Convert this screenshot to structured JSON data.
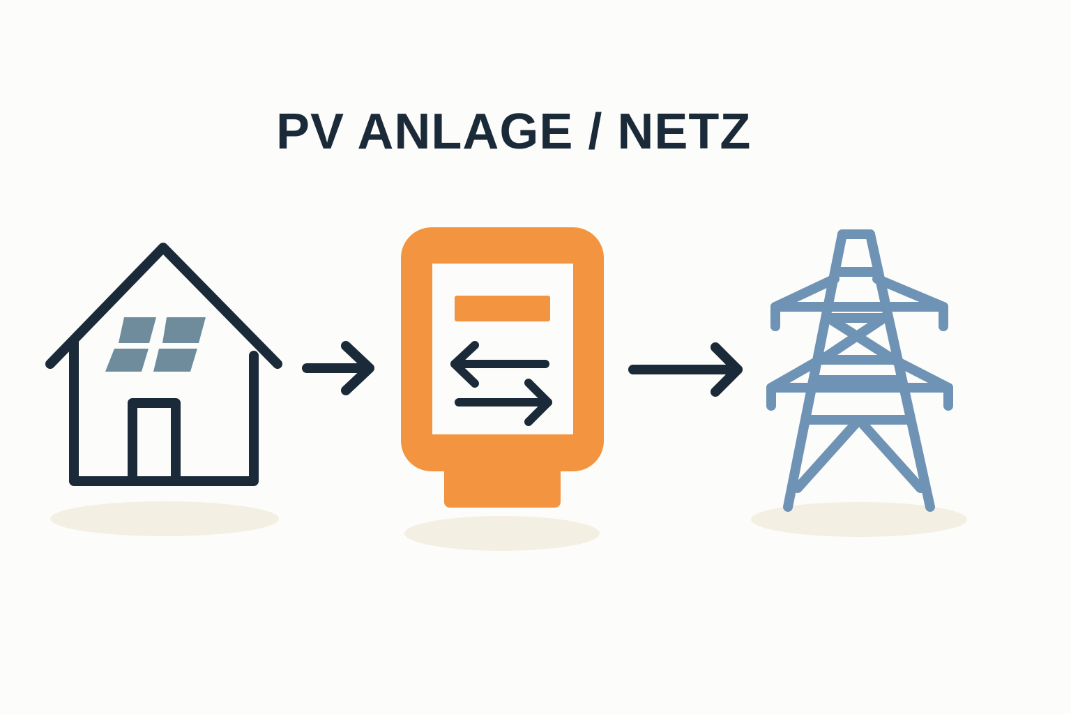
{
  "title": "PV ANLAGE / NETZ",
  "colors": {
    "background": "#fcfcfa",
    "ink": "#1b2a38",
    "meter_orange": "#f29440",
    "solar_panel": "#6e8c9c",
    "pylon_blue": "#6f93b5",
    "shadow": "#f3efe2"
  },
  "nodes": [
    {
      "id": "house",
      "icon": "house-with-solar-panels-icon"
    },
    {
      "id": "meter",
      "icon": "bidirectional-meter-icon"
    },
    {
      "id": "grid",
      "icon": "power-pylon-icon"
    }
  ],
  "flows": [
    {
      "from": "house",
      "to": "meter",
      "direction": "forward"
    },
    {
      "from": "meter",
      "to": "grid",
      "direction": "forward"
    }
  ]
}
